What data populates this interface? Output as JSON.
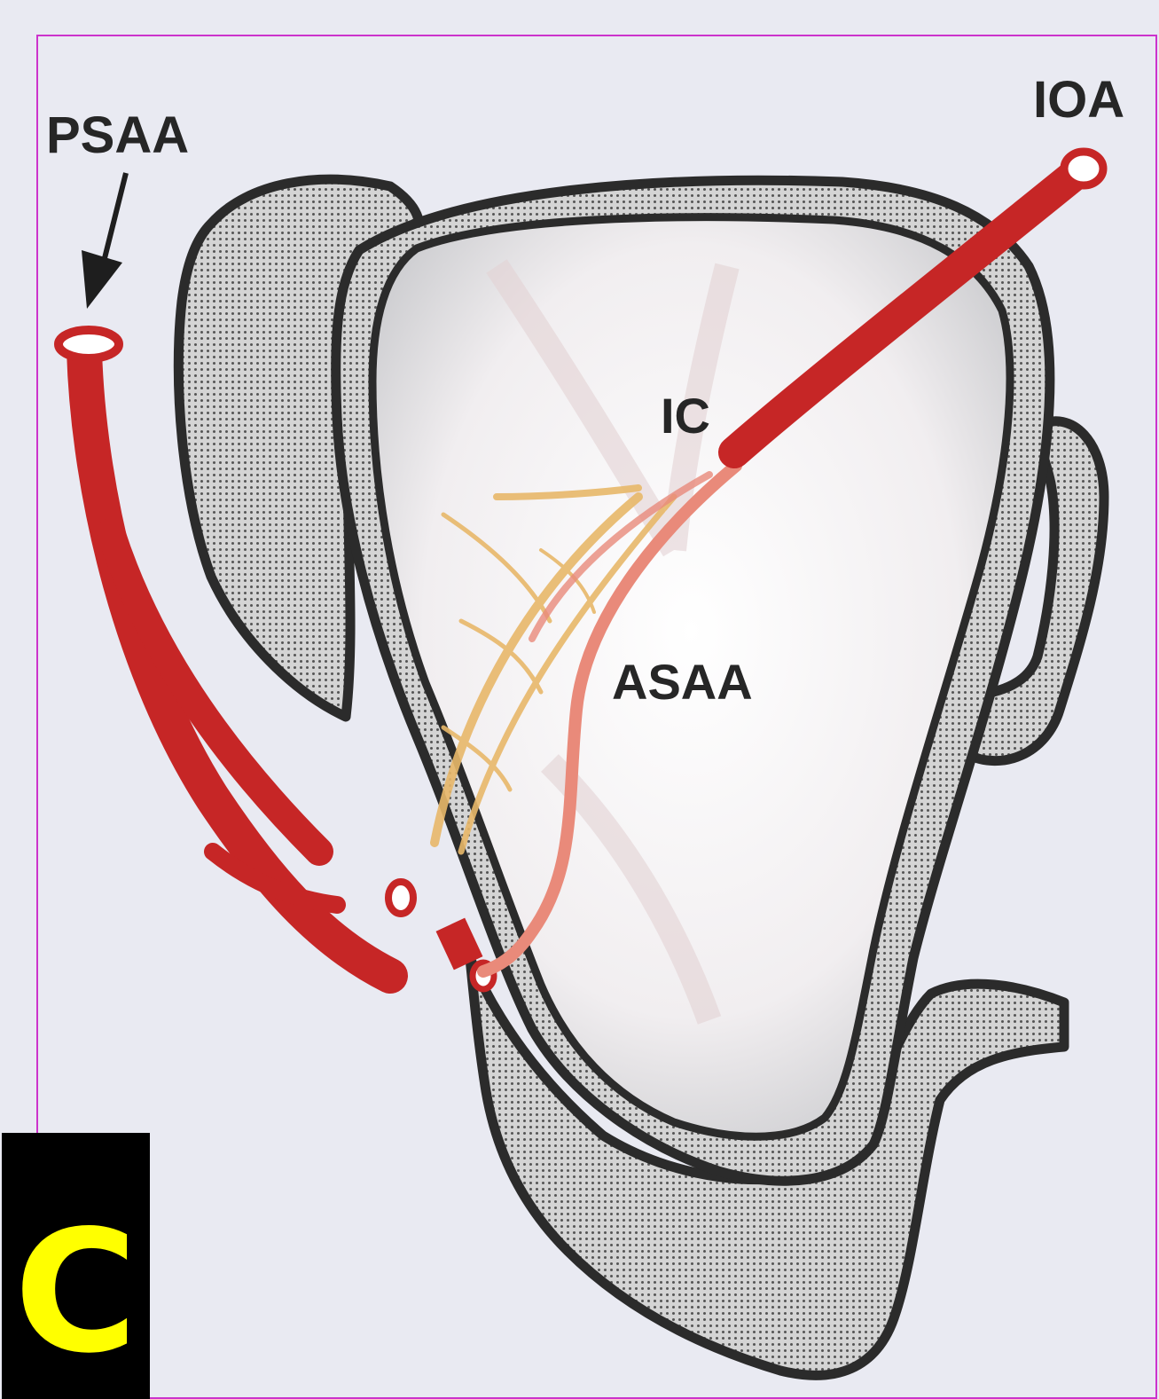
{
  "labels": {
    "psaa": "PSAA",
    "ioa": "IOA",
    "ic": "IC",
    "asaa": "ASAA"
  },
  "panel_letter": "C",
  "colors": {
    "background": "#e9eaf2",
    "frame": "#cc33cc",
    "artery": "#c62626",
    "artery_light": "#e98a7a",
    "nerve": "#e8b86a",
    "bone_outline": "#2b2b2b",
    "cortex_fill": "#c8c8c8",
    "badge_bg": "#000000",
    "badge_text": "#ffff00"
  }
}
